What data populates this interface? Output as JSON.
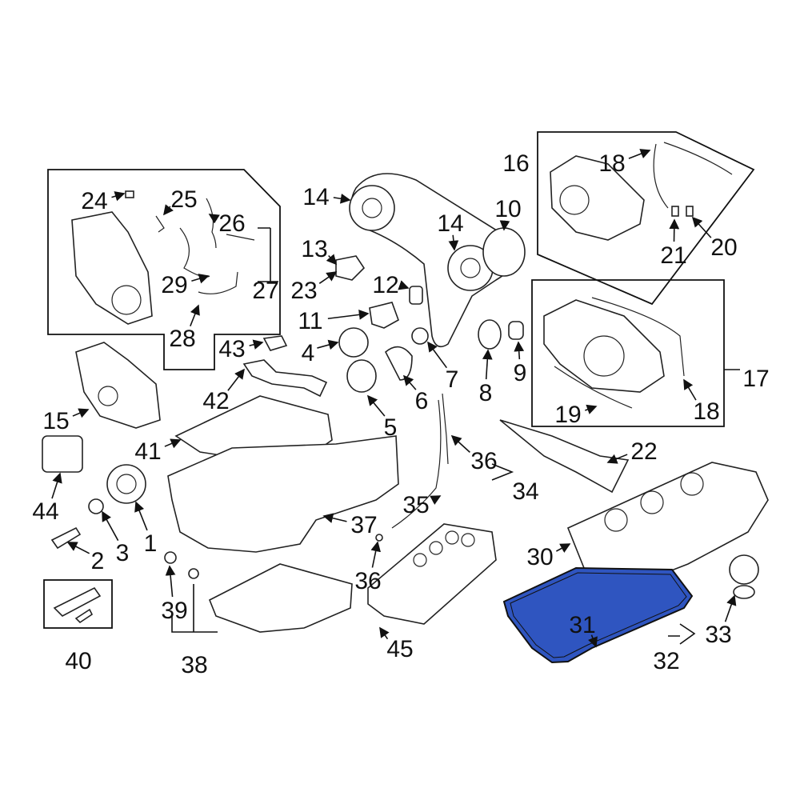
{
  "diagram": {
    "title": "Engine parts exploded view",
    "highlight_color": "#2f55c0",
    "highlighted_part": "31",
    "callouts": [
      "24",
      "25",
      "26",
      "29",
      "27",
      "23",
      "28",
      "13",
      "14",
      "14",
      "10",
      "12",
      "11",
      "4",
      "43",
      "42",
      "7",
      "9",
      "8",
      "5",
      "6",
      "15",
      "41",
      "36",
      "34",
      "22",
      "44",
      "1",
      "3",
      "2",
      "35",
      "37",
      "30",
      "36",
      "39",
      "38",
      "40",
      "45",
      "31",
      "33",
      "32",
      "16",
      "18",
      "21",
      "20",
      "17",
      "19",
      "18"
    ]
  }
}
